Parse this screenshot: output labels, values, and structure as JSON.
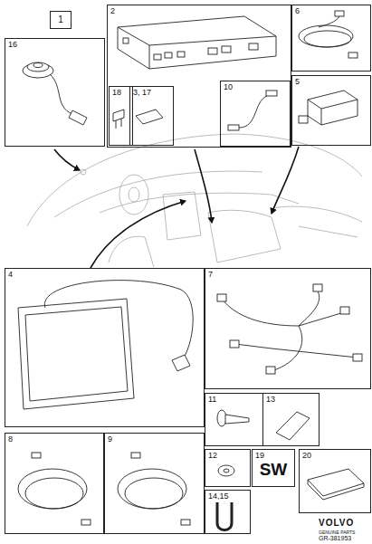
{
  "diagram": {
    "nodes": [
      {
        "text": [
          "1"
        ]
      },
      {
        "text": [
          "16"
        ]
      },
      {
        "text": [
          "2"
        ]
      },
      {
        "text": [
          "18"
        ],
        "in": 2
      },
      {
        "text": [
          "3, 17"
        ],
        "in": 2
      },
      {
        "text": [
          "10"
        ],
        "in": 2
      },
      {
        "text": [
          "6"
        ]
      },
      {
        "text": [
          "5"
        ]
      },
      {
        "text": [
          "4"
        ]
      },
      {
        "text": [
          "7"
        ]
      },
      {
        "text": [
          "11"
        ]
      },
      {
        "text": [
          "13"
        ]
      },
      {
        "text": [
          "12"
        ]
      },
      {
        "text": [
          "19",
          "SW"
        ]
      },
      {
        "text": [
          "20"
        ]
      },
      {
        "text": [
          "8"
        ]
      },
      {
        "text": [
          "9"
        ]
      },
      {
        "text": [
          "14,15"
        ]
      }
    ],
    "labels": [
      "VOLVO",
      "GENUINE PARTS",
      "GR-381953"
    ]
  }
}
